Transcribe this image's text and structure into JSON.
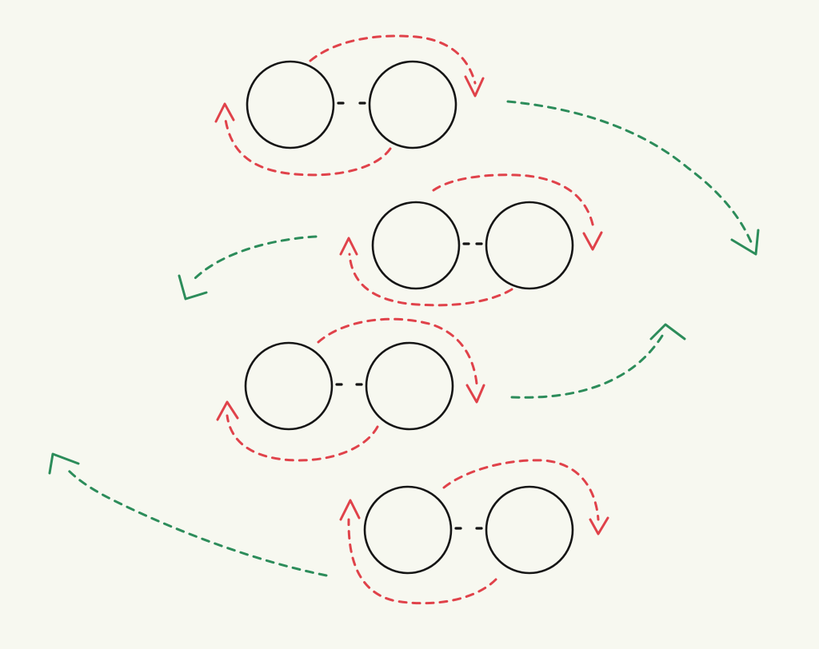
{
  "colors": {
    "paper": "#f7f8f0",
    "ink": "#151515",
    "red_arrow": "#e0424a",
    "green_arrow": "#2c8c5a"
  },
  "rows": [
    {
      "left_pair_pos": "left",
      "rotation": "clockwise",
      "outer_arrow": "to-right"
    },
    {
      "left_pair_pos": "right",
      "rotation": "clockwise",
      "outer_arrow": "to-left"
    },
    {
      "left_pair_pos": "left",
      "rotation": "clockwise",
      "outer_arrow": "to-right"
    },
    {
      "left_pair_pos": "right",
      "rotation": "clockwise",
      "outer_arrow": "to-left"
    }
  ]
}
